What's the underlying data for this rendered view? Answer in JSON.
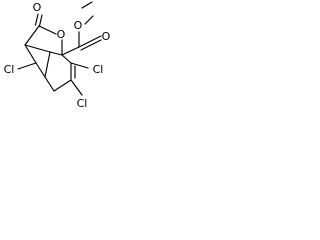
{
  "molecule": {
    "atoms": {
      "carbonyl_oxygen": "O",
      "ring_oxygen": "O",
      "ester_oxygen": "O",
      "methyl_ester_oxygen": "O",
      "chlorine_left": "Cl",
      "chlorine_upper_right": "Cl",
      "chlorine_lower_right": "Cl"
    },
    "colors": {
      "bond": "#000000",
      "label": "#000000",
      "background": "#ffffff"
    }
  }
}
